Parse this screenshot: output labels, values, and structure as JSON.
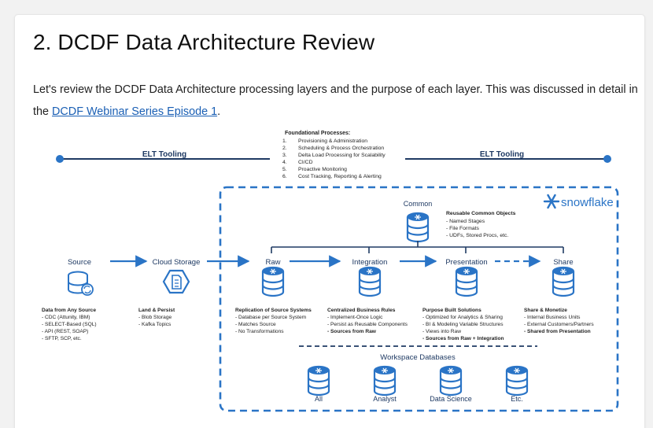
{
  "page": {
    "title": "2. DCDF Data Architecture Review",
    "intro_text": "Let's review the DCDF Data Architecture processing layers and the purpose of each layer. This was discussed in detail in the ",
    "link_text": "DCDF Webinar Series Episode 1",
    "intro_end": "."
  },
  "diagram": {
    "elt_left": "ELT Tooling",
    "elt_right": "ELT Tooling",
    "foundational": {
      "title": "Foundational Processes:",
      "items": [
        {
          "num": "1.",
          "text": "Provisioning & Administration"
        },
        {
          "num": "2.",
          "text": "Scheduling & Process Orchestration"
        },
        {
          "num": "3.",
          "text": "Delta Load Processing for Scalability"
        },
        {
          "num": "4.",
          "text": "CI/CD"
        },
        {
          "num": "5.",
          "text": "Proactive Monitoring"
        },
        {
          "num": "6.",
          "text": "Cost Tracking, Reporting & Alerting"
        }
      ]
    },
    "brand": "snowflake",
    "common": {
      "label": "Common",
      "title": "Reusable Common Objects",
      "items": [
        "- Named Stages",
        "- File Formats",
        "- UDFs, Stored Procs, etc."
      ]
    },
    "stages": {
      "source": {
        "label": "Source",
        "title": "Data from Any Source",
        "items": [
          "- CDC (Attunity, IBM)",
          "- SELECT-Based (SQL)",
          "- API (REST, SOAP)",
          "- SFTP, SCP, etc."
        ]
      },
      "cloud": {
        "label": "Cloud Storage",
        "title": "Land & Persist",
        "items": [
          "- Blob Storage",
          "- Kafka Topics"
        ]
      },
      "raw": {
        "label": "Raw",
        "title": "Replication of Source Systems",
        "items": [
          "- Database per Source System",
          "- Matches Source",
          "- No Transformations"
        ]
      },
      "integration": {
        "label": "Integration",
        "title": "Centralized Business Rules",
        "items": [
          "- Implement-Once Logic",
          "- Persist as Reusable Components"
        ],
        "bold_item": "- Sources from Raw"
      },
      "presentation": {
        "label": "Presentation",
        "title": "Purpose Built Solutions",
        "items": [
          "- Optimized for Analytics & Sharing",
          "- BI & Modeling Variable Structures",
          "- Views into Raw"
        ],
        "bold_item": "- Sources from Raw + Integration"
      },
      "share": {
        "label": "Share",
        "title": "Share & Monetize",
        "items": [
          "- Internal Business Units",
          "- External Customers/Partners"
        ],
        "bold_item": "- Shared from Presentation"
      }
    },
    "workspace": {
      "title": "Workspace Databases",
      "dbs": [
        "All",
        "Analyst",
        "Data Science",
        "Etc."
      ]
    },
    "colors": {
      "blue": "#2a74c6",
      "dark": "#1f3a63",
      "text": "#222222"
    }
  }
}
